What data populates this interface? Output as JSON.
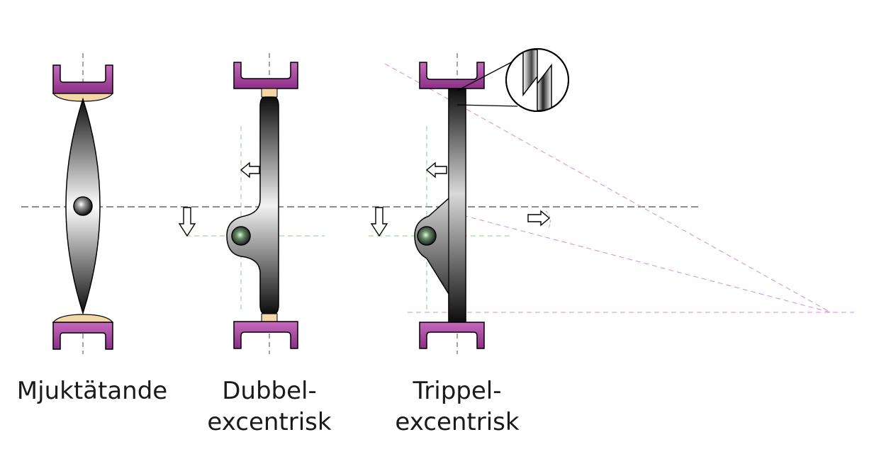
{
  "captions": {
    "soft_sealing": "Mjuktätande",
    "double_eccentric_line1": "Dubbel-",
    "double_eccentric_line2": "excentrisk",
    "triple_eccentric_line1": "Trippel-",
    "triple_eccentric_line2": "excentrisk"
  },
  "colors": {
    "seat_ring": "#a43f9c",
    "seat_ring_highlight": "#c56bbd",
    "seal_insert": "#f4d7a6",
    "center_line": "#4a4a4a",
    "eccentric_line": "#7fd47f",
    "geometry_line": "#d98ad8",
    "disc_dark": "#0d0d0d",
    "disc_light": "#ffffff"
  },
  "icons": {
    "pivot": "shaft-pivot-icon",
    "arrow": "offset-arrow-icon",
    "detail": "magnified-seal-detail-icon"
  }
}
